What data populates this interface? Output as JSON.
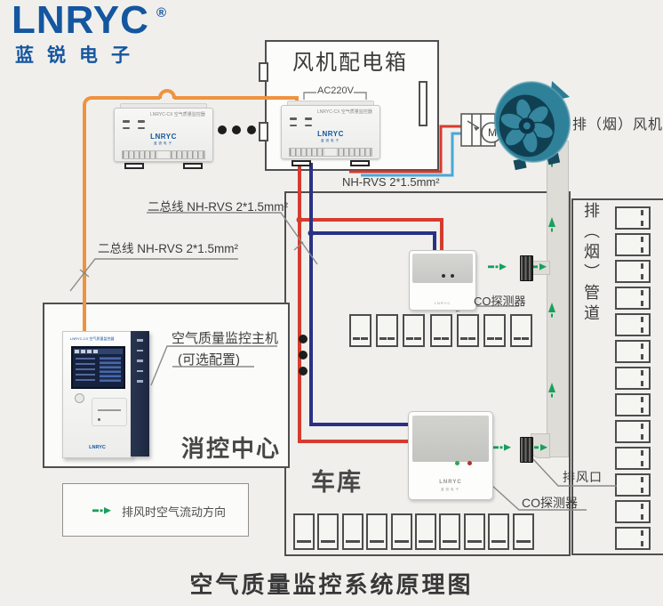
{
  "page": {
    "title": "空气质量监控系统原理图"
  },
  "logo": {
    "text": "LNRYC",
    "reg": "®",
    "subtext": "蓝锐电子"
  },
  "colors": {
    "brand_blue": "#1456a0",
    "wire_orange": "#ee9340",
    "wire_red": "#d63b2e",
    "wire_navy": "#2a3185",
    "wire_lightblue": "#4aa7d8",
    "green": "#17a05b",
    "line_gray": "#8a8a88",
    "box_border": "#4f4f4f",
    "text_dark": "#3d3d3d"
  },
  "distribution_box": {
    "title": "风机配电箱",
    "power_label": "AC220V"
  },
  "module": {
    "model_label": "LNRYC-CX 空气质量监控器",
    "brand": "LNRYC",
    "brand_sub": "蓝锐电子"
  },
  "wiring_labels": {
    "bus_line_top": "二总线 NH-RVS 2*1.5mm²",
    "bus_line_left": "二总线 NH-RVS 2*1.5mm²",
    "power_line": "NH-RVS 2*1.5mm²"
  },
  "fan": {
    "label": "排（烟）风机",
    "motor_symbol": "M"
  },
  "duct": {
    "label": "排（烟）管道",
    "outlet_label": "排风口"
  },
  "fire_center": {
    "host_label_line1": "空气质量监控主机",
    "host_label_line2": "(可选配置)",
    "room_label": "消控中心"
  },
  "garage": {
    "label": "车库"
  },
  "detectors": {
    "mid_label": "CO探测器",
    "low_label": "CO探测器"
  },
  "legend": {
    "text": "排风时空气流动方向"
  },
  "parking": {
    "mid_row_count": 7,
    "bottom_row_count": 10,
    "right_column_count": 13
  }
}
